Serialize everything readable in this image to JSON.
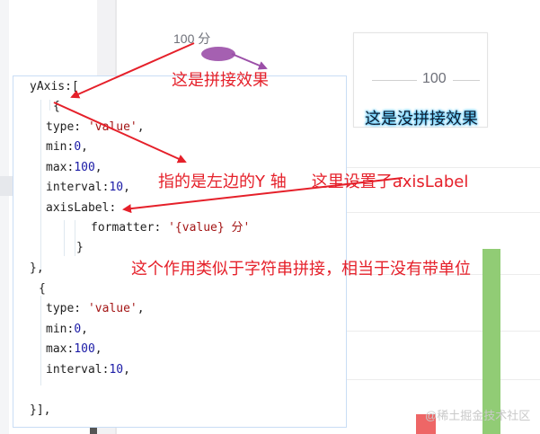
{
  "chart_bg": {
    "top_axis_label": "100 分",
    "right_axis_label": "100"
  },
  "annotations": {
    "concat_effect": "这是拼接效果",
    "no_concat_effect": "这是没拼接效果",
    "refers_left_axis": "指的是左边的Y 轴",
    "set_axis_label": "这里设置了axisLabel",
    "like_string_concat": "这个作用类似于字符串拼接，相当于没有带单位"
  },
  "code": {
    "line1": "yAxis:[",
    "line2": "{",
    "line3_key": "type: ",
    "line3_val": "'value'",
    "line4_key": "min:",
    "line4_val": "0",
    "line5_key": "max:",
    "line5_val": "100",
    "line6_key": "interval:",
    "line6_val": "10",
    "line7": "axisLabel:",
    "line8_key": "formatter: ",
    "line8_val": "'{value} 分'",
    "line9": "}",
    "line10": "},",
    "line11": "{",
    "line12_key": "type: ",
    "line12_val": "'value'",
    "line13_key": "min:",
    "line13_val": "0",
    "line14_key": "max:",
    "line14_val": "100",
    "line15_key": "interval:",
    "line15_val": "10",
    "line16": "}],"
  },
  "watermark": "@稀土掘金技术社区",
  "colors": {
    "annotation_red": "#e5202a",
    "bar_green": "#91cc75",
    "bar_red": "#ee6666",
    "highlight_glow": "#4fc3f7"
  }
}
